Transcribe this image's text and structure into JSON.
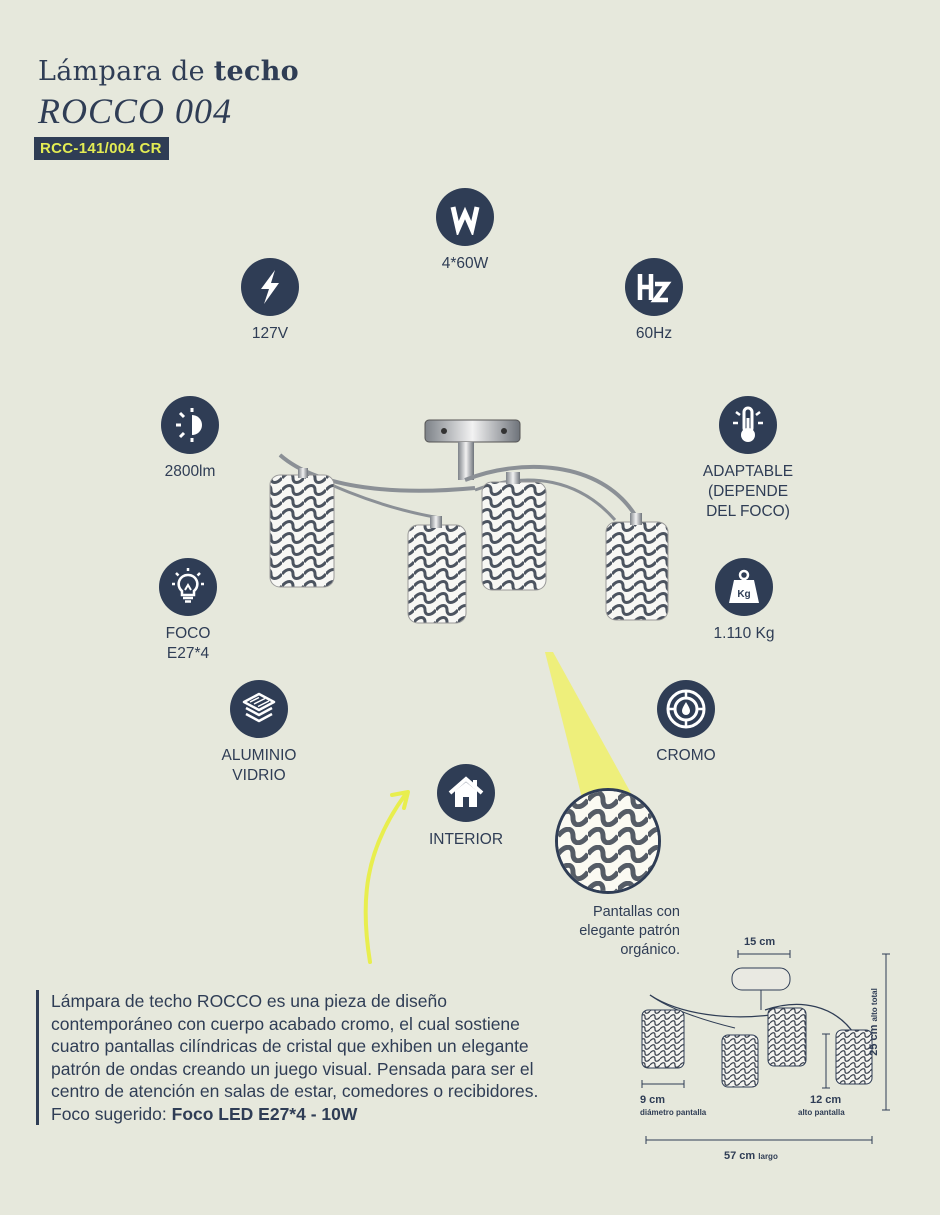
{
  "header": {
    "title_prefix": "Lámpara de",
    "title_bold": "techo",
    "model": "ROCCO 004",
    "sku": "RCC-141/004 CR"
  },
  "specs": {
    "watts": {
      "icon": "watt-icon",
      "label": "4*60W"
    },
    "voltage": {
      "icon": "lightning-icon",
      "label": "127V"
    },
    "frequency": {
      "icon": "hz-icon",
      "label": "60Hz"
    },
    "lumens": {
      "icon": "brightness-icon",
      "label": "2800lm"
    },
    "temperature": {
      "icon": "thermometer-icon",
      "label": "ADAPTABLE\n(DEPENDE\nDEL FOCO)"
    },
    "bulb": {
      "icon": "lightbulb-icon",
      "label": "FOCO\nE27*4"
    },
    "weight": {
      "icon": "weight-icon",
      "label": "1.110 Kg",
      "icon_text": "Kg"
    },
    "material": {
      "icon": "layers-icon",
      "label": "ALUMINIO\nVIDRIO"
    },
    "finish": {
      "icon": "chrome-icon",
      "label": "CROMO"
    },
    "usage": {
      "icon": "house-icon",
      "label": "INTERIOR"
    }
  },
  "detail": {
    "caption": "Pantallas con\nelegante patrón\norgánico."
  },
  "description": {
    "body": "Lámpara de techo ROCCO es una pieza de diseño contemporáneo con cuerpo acabado cromo, el cual sostiene cuatro pantallas cilíndricas de cristal que exhiben un elegante patrón de ondas creando un juego visual. Pensada para ser el centro de atención en salas de estar, comedores o recibidores.",
    "suggested_label": "Foco sugerido:",
    "suggested_value": "Foco LED E27*4 - 10W"
  },
  "dimensions": {
    "canopy": "15 cm",
    "total_height": "25 cm",
    "total_height_note": "alto total",
    "shade_diameter": "9 cm",
    "shade_diameter_note": "diámetro pantalla",
    "shade_height": "12 cm",
    "shade_height_note": "alto pantalla",
    "length": "57 cm",
    "length_note": "largo"
  },
  "colors": {
    "background": "#e6e8dc",
    "navy": "#2f3d55",
    "accent_yellow": "#e3ec53"
  }
}
